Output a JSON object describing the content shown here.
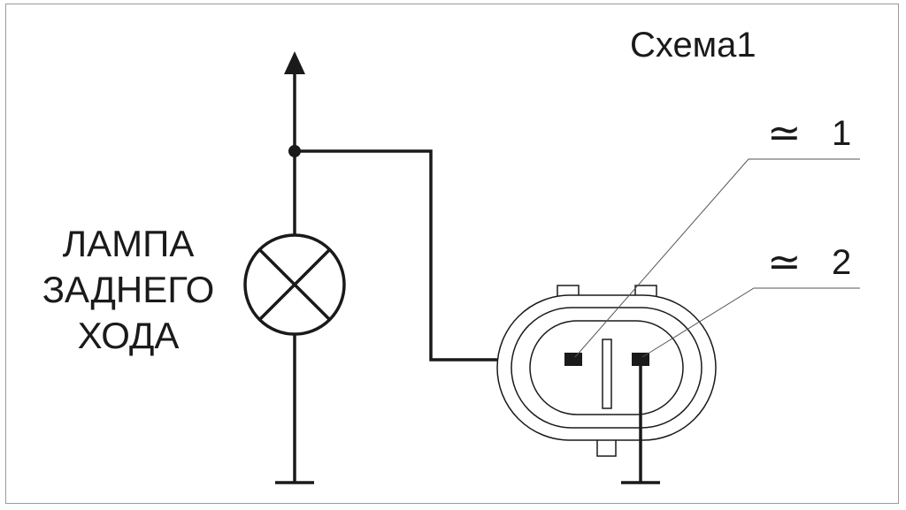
{
  "scheme_title": "Схема1",
  "lamp_label": {
    "line1": "ЛАМПА",
    "line2": "ЗАДНЕГО",
    "line3": "ХОДА"
  },
  "pins": [
    {
      "symbol": "≃",
      "number": "1"
    },
    {
      "symbol": "≃",
      "number": "2"
    }
  ],
  "colors": {
    "line": "#1a1a1a",
    "leader": "#555555",
    "frame": "#9a9a9a"
  }
}
